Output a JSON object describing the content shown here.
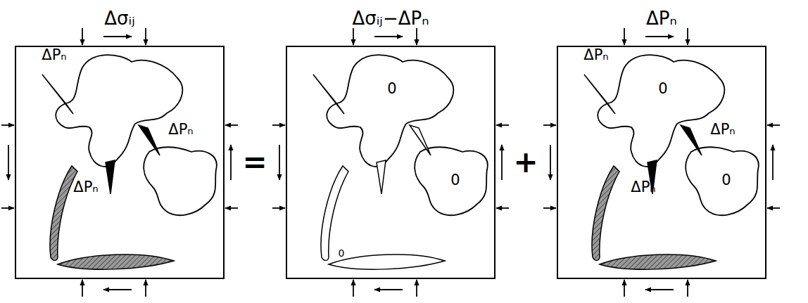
{
  "diagram": {
    "labels": [
      "Δσᵢⱼ",
      "Δσᵢⱼ−ΔPₙ",
      "ΔPₙ",
      "ΔPₙ",
      "ΔPₙ",
      "ΔPₙ",
      "=",
      "0",
      "0",
      "0",
      "+",
      "0",
      "0",
      "ΔPₙ",
      "ΔPₙ",
      "ΔPₙ"
    ]
  }
}
